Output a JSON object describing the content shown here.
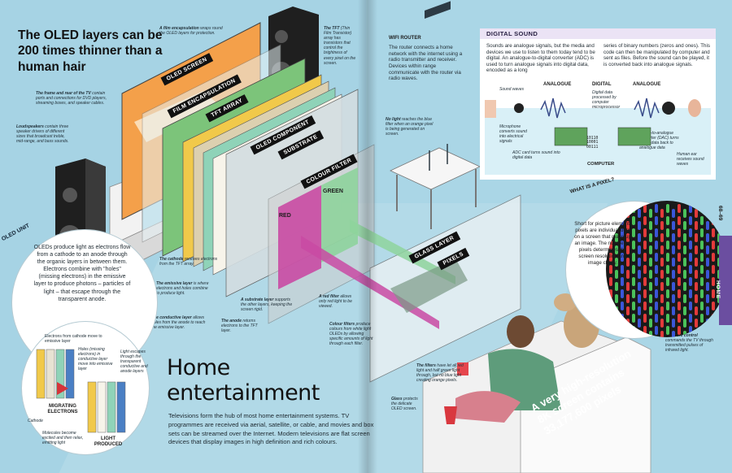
{
  "headline": "The OLED layers can be 200 times thinner than a human hair",
  "section": {
    "title": "Home entertainment",
    "intro": "Televisions form the hub of most home entertainment systems. TV programmes are received via aerial, satellite, or cable, and movies and box sets can be streamed over the Internet. Modern televisions are flat screen devices that display images in high definition and rich colours."
  },
  "layers": {
    "oled_screen": "OLED SCREEN",
    "film_encapsulation": "FILM ENCAPSULATION",
    "tft_array": "TFT ARRAY",
    "oled_component": "OLED COMPONENT",
    "substrate": "SUBSTRATE",
    "colour_filter": "COLOUR FILTER",
    "glass_layer": "GLASS LAYER",
    "pixels": "PIXELS",
    "red": "RED",
    "green": "GREEN"
  },
  "annotations": {
    "film_enc_title": "A film encapsulation",
    "film_enc_desc": "wraps round the OLED layers for protection.",
    "tft_title": "The TFT",
    "tft_desc": "(Thin Film Transistor) array has transistors that control the brightness of every pixel on the screen.",
    "frame_title": "The frame and rear of the TV",
    "frame_desc": "contain ports and connections for DVD players, streaming boxes, and speaker cables.",
    "speakers_title": "Loudspeakers",
    "speakers_desc": "contain three speaker drivers of different sizes that broadcast treble, mid-range, and bass sounds.",
    "cathode_title": "The cathode",
    "cathode_desc": "receives electrons from the TFT array.",
    "emissive_title": "The emissive layer",
    "emissive_desc": "is where electrons and holes combine to produce light.",
    "conductive_title": "The conductive layer",
    "conductive_desc": "allows holes from the anode to reach the emissive layer.",
    "anode_title": "The anode",
    "anode_desc": "returns electrons to the TFT layer.",
    "substrate_title": "A substrate layer",
    "substrate_desc": "supports the other layers, keeping the screen rigid.",
    "red_filter_title": "A red filter",
    "red_filter_desc": "allows only red light to be viewed.",
    "colour_filters_title": "Colour filters",
    "colour_filters_desc": "produce colours from white light OLEDs by allowing specific amounts of light through each filter.",
    "filters_title": "The filters",
    "filters_desc": "have let all red light and half green light through, but no blue light creating orange pixels.",
    "glass_title": "Glass",
    "glass_desc": "protects the delicate OLED screen.",
    "no_light_title": "No light",
    "no_light_desc": "reaches the blue filter when an orange pixel is being generated on screen.",
    "remote_title": "A remote control",
    "remote_desc": "commands the TV through transmitted pulses of infrared light.",
    "wifi_title": "WIFI ROUTER",
    "wifi_desc": "The router connects a home network with the internet using a radio transmitter and receiver. Devices within range communicate with the router via radio waves."
  },
  "oled_unit": {
    "title": "OLED UNIT",
    "desc": "OLEDs produce light as electrons flow from a cathode to an anode through the organic layers in between them. Electrons combine with \"holes\" (missing electrons) in the emissive layer to produce photons – particles of light – that escape through the transparent anode.",
    "electrons_note": "Electrons from cathode move to emissive layer",
    "holes_note": "Holes (missing electrons) in conductive layer move into emissive layer",
    "light_note": "Light escapes through the transparent conductive and anode layers",
    "migrating": "MIGRATING ELECTRONS",
    "produced": "LIGHT PRODUCED",
    "cathode": "Cathode",
    "molecules_note": "Molecules become excited and then relax, emitting light"
  },
  "digital_sound": {
    "title": "DIGITAL SOUND",
    "text_left": "Sounds are analogue signals, but the media and devices we use to listen to them today tend to be digital. An analogue-to-digital converter (ADC) is used to turn analogue signals into digital data, encoded as a long",
    "text_right": "series of binary numbers (zeros and ones). This code can then be manipulated by computer and sent as files. Before the sound can be played, it is converted back into analogue signals.",
    "analogue_1": "ANALOGUE",
    "digital": "DIGITAL",
    "analogue_2": "ANALOGUE",
    "sound_waves": "Sound waves",
    "mic_note": "Microphone converts sound into electrical signals",
    "digital_note": "Digital data processed by computer microprocessor",
    "adc_note": "ADC card turns sound into digital data",
    "dac_note": "Digital-to-analogue converter (DAC) turns digital data back to analogue data",
    "ear_note": "Human ear receives sound waves",
    "binary": "10110 10001 00111",
    "computer": "COMPUTER"
  },
  "pixel_box": {
    "title": "WHAT IS A PIXEL?",
    "desc": "Short for picture element, pixels are individual dots on a screen that make up an image. The number of pixels determines the screen resolution and image clarity."
  },
  "callout": "A very high-resolution 8K screen contains 33,177,600 pixels",
  "sidebar": {
    "tab": "HOME",
    "page_number": "68–69"
  },
  "colors": {
    "page_bg": "#a6d3e4",
    "accent_purple": "#6b4ea0",
    "red_filter": "#c94aa3",
    "green_filter": "#8ed39c",
    "orange_screen": "#f4a04a"
  }
}
